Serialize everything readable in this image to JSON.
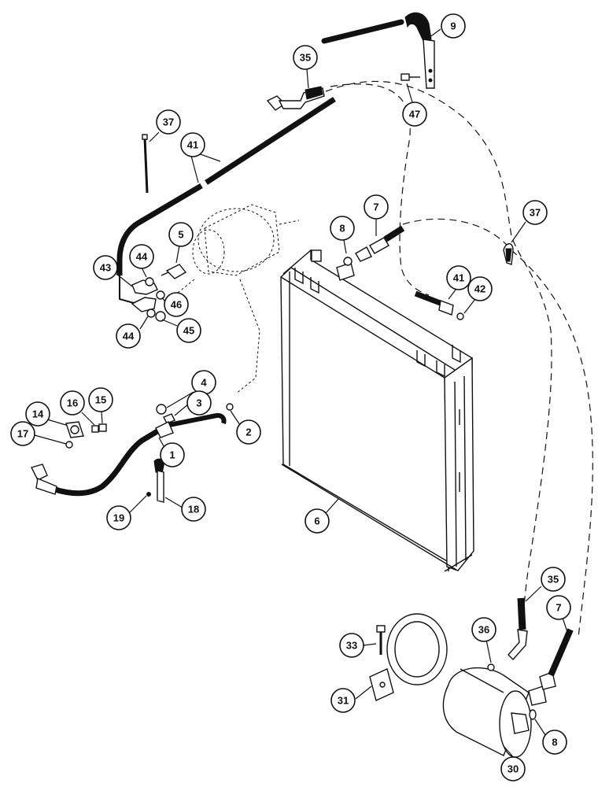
{
  "diagram": {
    "callouts": [
      {
        "id": "c9",
        "label": "9"
      },
      {
        "id": "c35a",
        "label": "35"
      },
      {
        "id": "c47",
        "label": "47"
      },
      {
        "id": "c37a",
        "label": "37"
      },
      {
        "id": "c41a",
        "label": "41"
      },
      {
        "id": "c7a",
        "label": "7"
      },
      {
        "id": "c8a",
        "label": "8"
      },
      {
        "id": "c37b",
        "label": "37"
      },
      {
        "id": "c5",
        "label": "5"
      },
      {
        "id": "c43",
        "label": "43"
      },
      {
        "id": "c44a",
        "label": "44"
      },
      {
        "id": "c41b",
        "label": "41"
      },
      {
        "id": "c42",
        "label": "42"
      },
      {
        "id": "c46",
        "label": "46"
      },
      {
        "id": "c44b",
        "label": "44"
      },
      {
        "id": "c45",
        "label": "45"
      },
      {
        "id": "c4",
        "label": "4"
      },
      {
        "id": "c16",
        "label": "16"
      },
      {
        "id": "c15",
        "label": "15"
      },
      {
        "id": "c3",
        "label": "3"
      },
      {
        "id": "c14",
        "label": "14"
      },
      {
        "id": "c2",
        "label": "2"
      },
      {
        "id": "c17",
        "label": "17"
      },
      {
        "id": "c1",
        "label": "1"
      },
      {
        "id": "c19",
        "label": "19"
      },
      {
        "id": "c18",
        "label": "18"
      },
      {
        "id": "c6",
        "label": "6"
      },
      {
        "id": "c35b",
        "label": "35"
      },
      {
        "id": "c7b",
        "label": "7"
      },
      {
        "id": "c33",
        "label": "33"
      },
      {
        "id": "c36",
        "label": "36"
      },
      {
        "id": "c31",
        "label": "31"
      },
      {
        "id": "c8b",
        "label": "8"
      },
      {
        "id": "c30",
        "label": "30"
      }
    ]
  }
}
